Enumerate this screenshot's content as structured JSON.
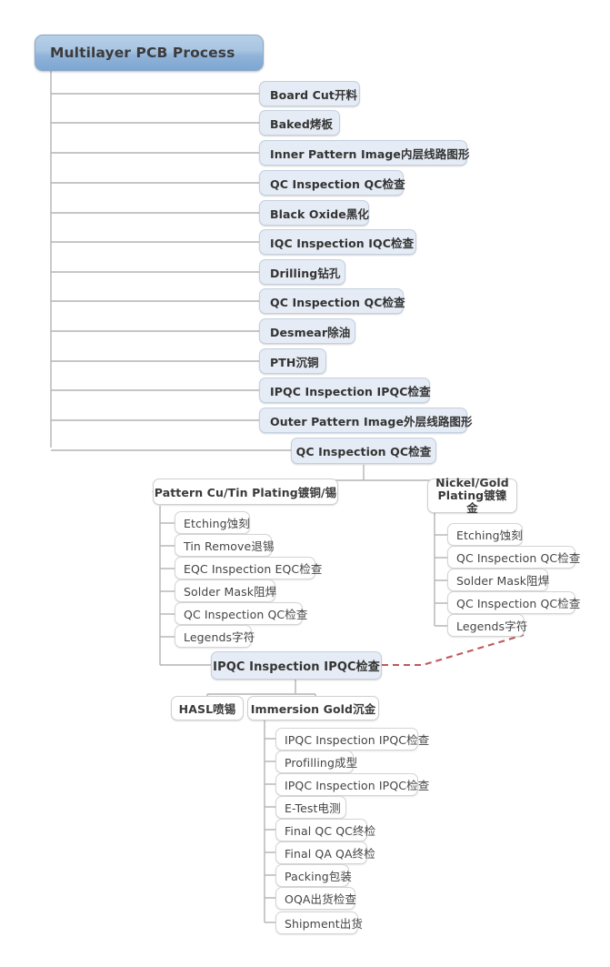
{
  "diagram": {
    "title": "Multilayer PCB Process",
    "type": "mindmap",
    "colors": {
      "root_fill_top": "#b7cfe8",
      "root_fill_bottom": "#7ea7d2",
      "level1_fill": "#e6ecf5",
      "leaf_fill": "#ffffff",
      "connector": "#b4b4b4",
      "dashed_connector": "#c0585a",
      "background": "#ffffff"
    }
  },
  "root": {
    "label": "Multilayer PCB Process"
  },
  "main_steps": [
    {
      "label": "Board Cut开料"
    },
    {
      "label": "Baked烤板"
    },
    {
      "label": "Inner Pattern Image内层线路图形"
    },
    {
      "label": "QC Inspection QC检查"
    },
    {
      "label": "Black Oxide黑化"
    },
    {
      "label": "IQC Inspection IQC检查"
    },
    {
      "label": "Drilling钻孔"
    },
    {
      "label": "QC Inspection QC检查"
    },
    {
      "label": "Desmear除油"
    },
    {
      "label": "PTH沉铜"
    },
    {
      "label": "IPQC Inspection IPQC检查"
    },
    {
      "label": "Outer Pattern Image外层线路图形"
    }
  ],
  "split_node": {
    "label": "QC Inspection QC检查"
  },
  "branch_left": {
    "label": "Pattern Cu/Tin Plating镀铜/锡",
    "children": [
      {
        "label": "Etching蚀刻"
      },
      {
        "label": "Tin Remove退锡"
      },
      {
        "label": "EQC Inspection EQC检查"
      },
      {
        "label": "Solder Mask阻焊"
      },
      {
        "label": "QC Inspection QC检查"
      },
      {
        "label": "Legends字符"
      }
    ]
  },
  "branch_right": {
    "label_line1": "Nickel/Gold",
    "label_line2": "Plating镀镍金",
    "children": [
      {
        "label": "Etching蚀刻"
      },
      {
        "label": "QC Inspection QC检查"
      },
      {
        "label": "Solder Mask阻焊"
      },
      {
        "label": "QC Inspection QC检查"
      },
      {
        "label": "Legends字符"
      }
    ]
  },
  "merge_node": {
    "label": "IPQC Inspection IPQC检查"
  },
  "finish_options": [
    {
      "label": "HASL喷锡"
    },
    {
      "label": "Immersion Gold沉金"
    }
  ],
  "final_steps": [
    {
      "label": "IPQC Inspection IPQC检查"
    },
    {
      "label": "Profilling成型"
    },
    {
      "label": "IPQC Inspection IPQC检查"
    },
    {
      "label": "E-Test电测"
    },
    {
      "label": "Final QC QC终检"
    },
    {
      "label": "Final QA QA终检"
    },
    {
      "label": "Packing包装"
    },
    {
      "label": "OQA出货检查"
    },
    {
      "label": "Shipment出货"
    }
  ]
}
